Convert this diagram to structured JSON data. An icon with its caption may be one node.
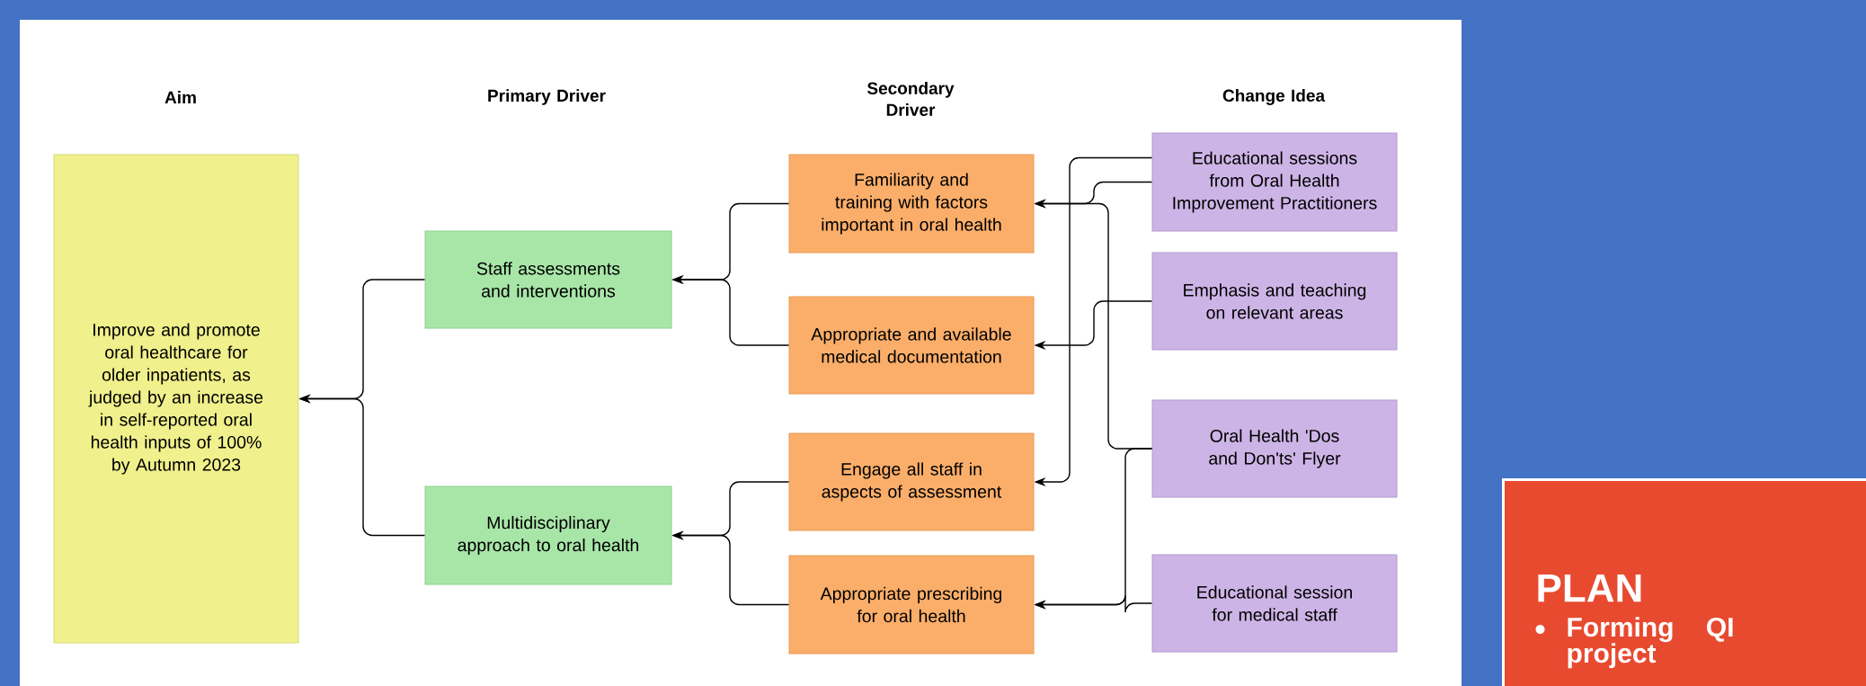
{
  "diagram": {
    "nodes": [
      {
        "text": [
          "Improve and promote oral healthcare for older inpatients, as judged by an increase in self-reported oral health inputs of 100% by Autumn 2023"
        ]
      },
      {
        "text": [
          "Staff assessments and interventions"
        ]
      },
      {
        "text": [
          "Multidisciplinary approach to oral health"
        ]
      },
      {
        "text": [
          "Familiarity and training with factors important in oral health"
        ]
      },
      {
        "text": [
          "Appropriate and available medical documentation"
        ]
      },
      {
        "text": [
          "Engage all staff in aspects of assessment"
        ]
      },
      {
        "text": [
          "Appropriate prescribing for oral health"
        ]
      },
      {
        "text": [
          "Educational sessions from Oral Health Improvement Practitioners"
        ]
      },
      {
        "text": [
          "Emphasis and teaching on relevant areas"
        ]
      },
      {
        "text": [
          "Oral Health 'Dos and Don'ts' Flyer"
        ]
      },
      {
        "text": [
          "Educational session for medical staff"
        ]
      },
      {
        "text": [
          "PLAN",
          "Forming QI project"
        ]
      }
    ],
    "edges": [
      {
        "from": 1,
        "to": 0,
        "arrow": "to"
      },
      {
        "from": 2,
        "to": 0,
        "arrow": "to"
      },
      {
        "from": 3,
        "to": 1,
        "arrow": "to"
      },
      {
        "from": 4,
        "to": 1,
        "arrow": "to"
      },
      {
        "from": 5,
        "to": 2,
        "arrow": "to"
      },
      {
        "from": 6,
        "to": 2,
        "arrow": "to"
      },
      {
        "from": 7,
        "to": 5,
        "arrow": "to"
      },
      {
        "from": 7,
        "to": 3,
        "arrow": "to"
      },
      {
        "from": 8,
        "to": 4,
        "arrow": "to"
      },
      {
        "from": 9,
        "to": 3,
        "arrow": "to"
      },
      {
        "from": 9,
        "to": 6,
        "arrow": "to"
      },
      {
        "from": 10,
        "to": 6,
        "arrow": "to"
      }
    ],
    "labels": [
      "Aim",
      "Primary Driver",
      "Secondary Driver",
      "Change Idea"
    ]
  }
}
